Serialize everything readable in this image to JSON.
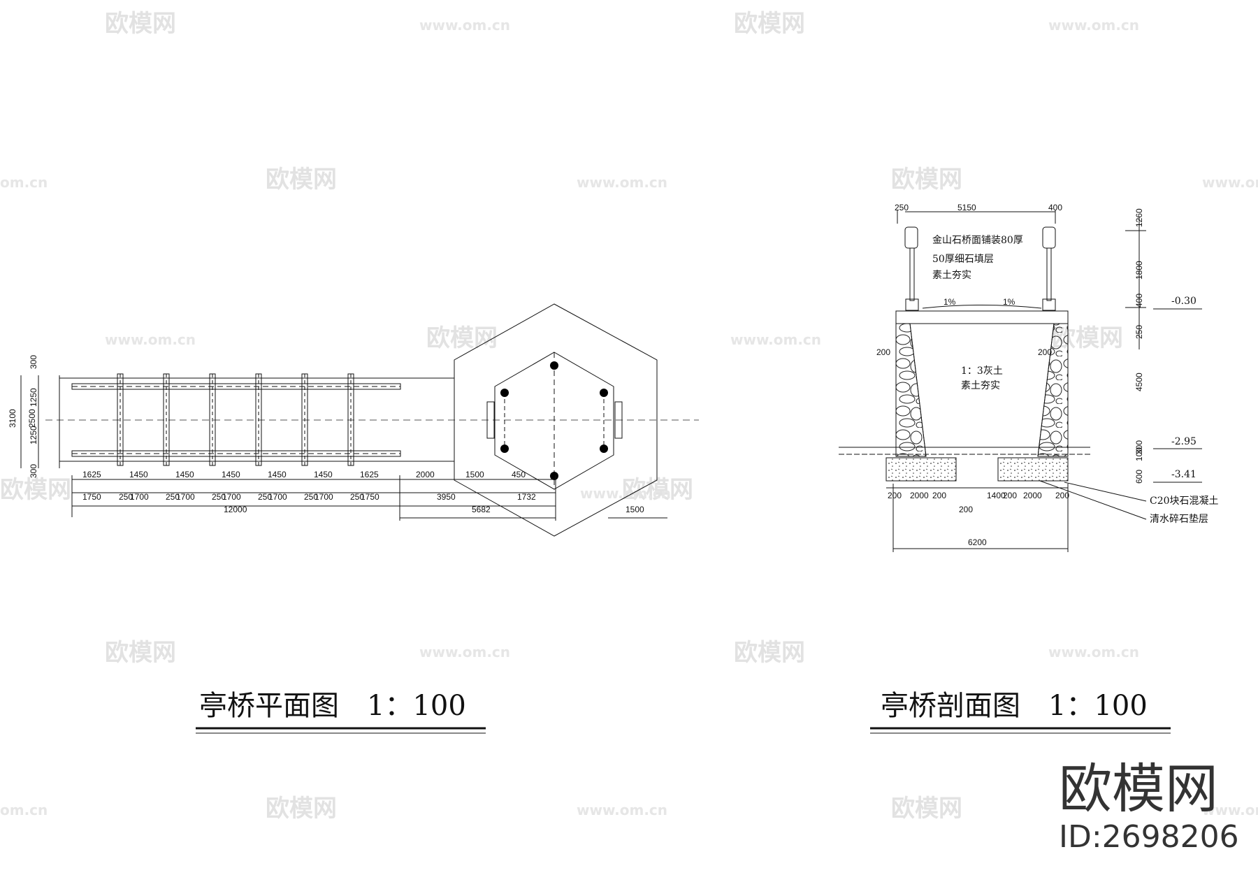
{
  "watermark": {
    "logo_text": "欧模网",
    "url_text": "www.om.cn",
    "url_short": "om.cn"
  },
  "plan": {
    "title": "亭桥平面图　1：100",
    "dims_top": [
      "1625",
      "1450",
      "1450",
      "1450",
      "1450",
      "1450",
      "1625",
      "2000",
      "1500",
      "450"
    ],
    "dims_mid": [
      "1750",
      "250",
      "1700",
      "250",
      "1700",
      "250",
      "1700",
      "250",
      "1700",
      "250",
      "1700",
      "250",
      "1750",
      "3950",
      "1732"
    ],
    "dim_total": "12000",
    "dim_5682": "5682",
    "dim_1500": "1500",
    "dims_left": [
      "300",
      "1250",
      "1250",
      "300"
    ],
    "dim_2500": "2500",
    "dim_3100": "3100"
  },
  "section": {
    "title": "亭桥剖面图　1：100",
    "dims_top": [
      "250",
      "5150",
      "400"
    ],
    "dims_right": [
      "1260",
      "1800",
      "400",
      "250",
      "4500",
      "300",
      "600",
      "100"
    ],
    "notes": [
      "金山石桥面铺装80厚",
      "50厚细石填层",
      "素土夯实"
    ],
    "slope": [
      "1%",
      "1%"
    ],
    "fill_note": [
      "1：3灰土",
      "素土夯实"
    ],
    "levels": [
      "-0.30",
      "-2.95",
      "-3.41"
    ],
    "side_dims": [
      "200",
      "200",
      "200"
    ],
    "base_dims": [
      "200",
      "2000",
      "200",
      "1400",
      "200",
      "2000",
      "200"
    ],
    "dim_6200": "6200",
    "base_labels": [
      "C20块石混凝土",
      "清水碎石垫层"
    ]
  },
  "brand": {
    "name": "欧模网",
    "id": "ID:2698206"
  }
}
